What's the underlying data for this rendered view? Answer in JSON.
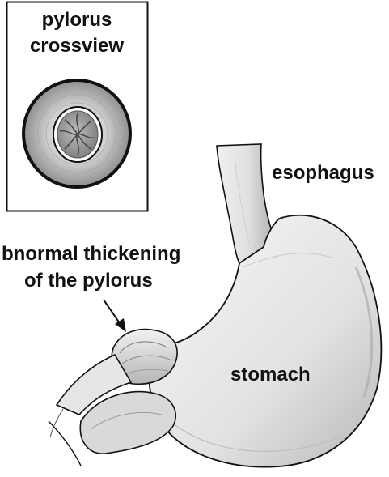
{
  "inset": {
    "title_line1": "pylorus",
    "title_line2": "crossview"
  },
  "labels": {
    "esophagus": "esophagus",
    "thickening_line1": "bnormal thickening",
    "thickening_line2": "of the pylorus",
    "stomach": "stomach"
  },
  "colors": {
    "outline": "#111111",
    "tissue_light": "#eeeeee",
    "tissue_mid": "#c8c8c8",
    "tissue_dark": "#8a8a8a"
  }
}
